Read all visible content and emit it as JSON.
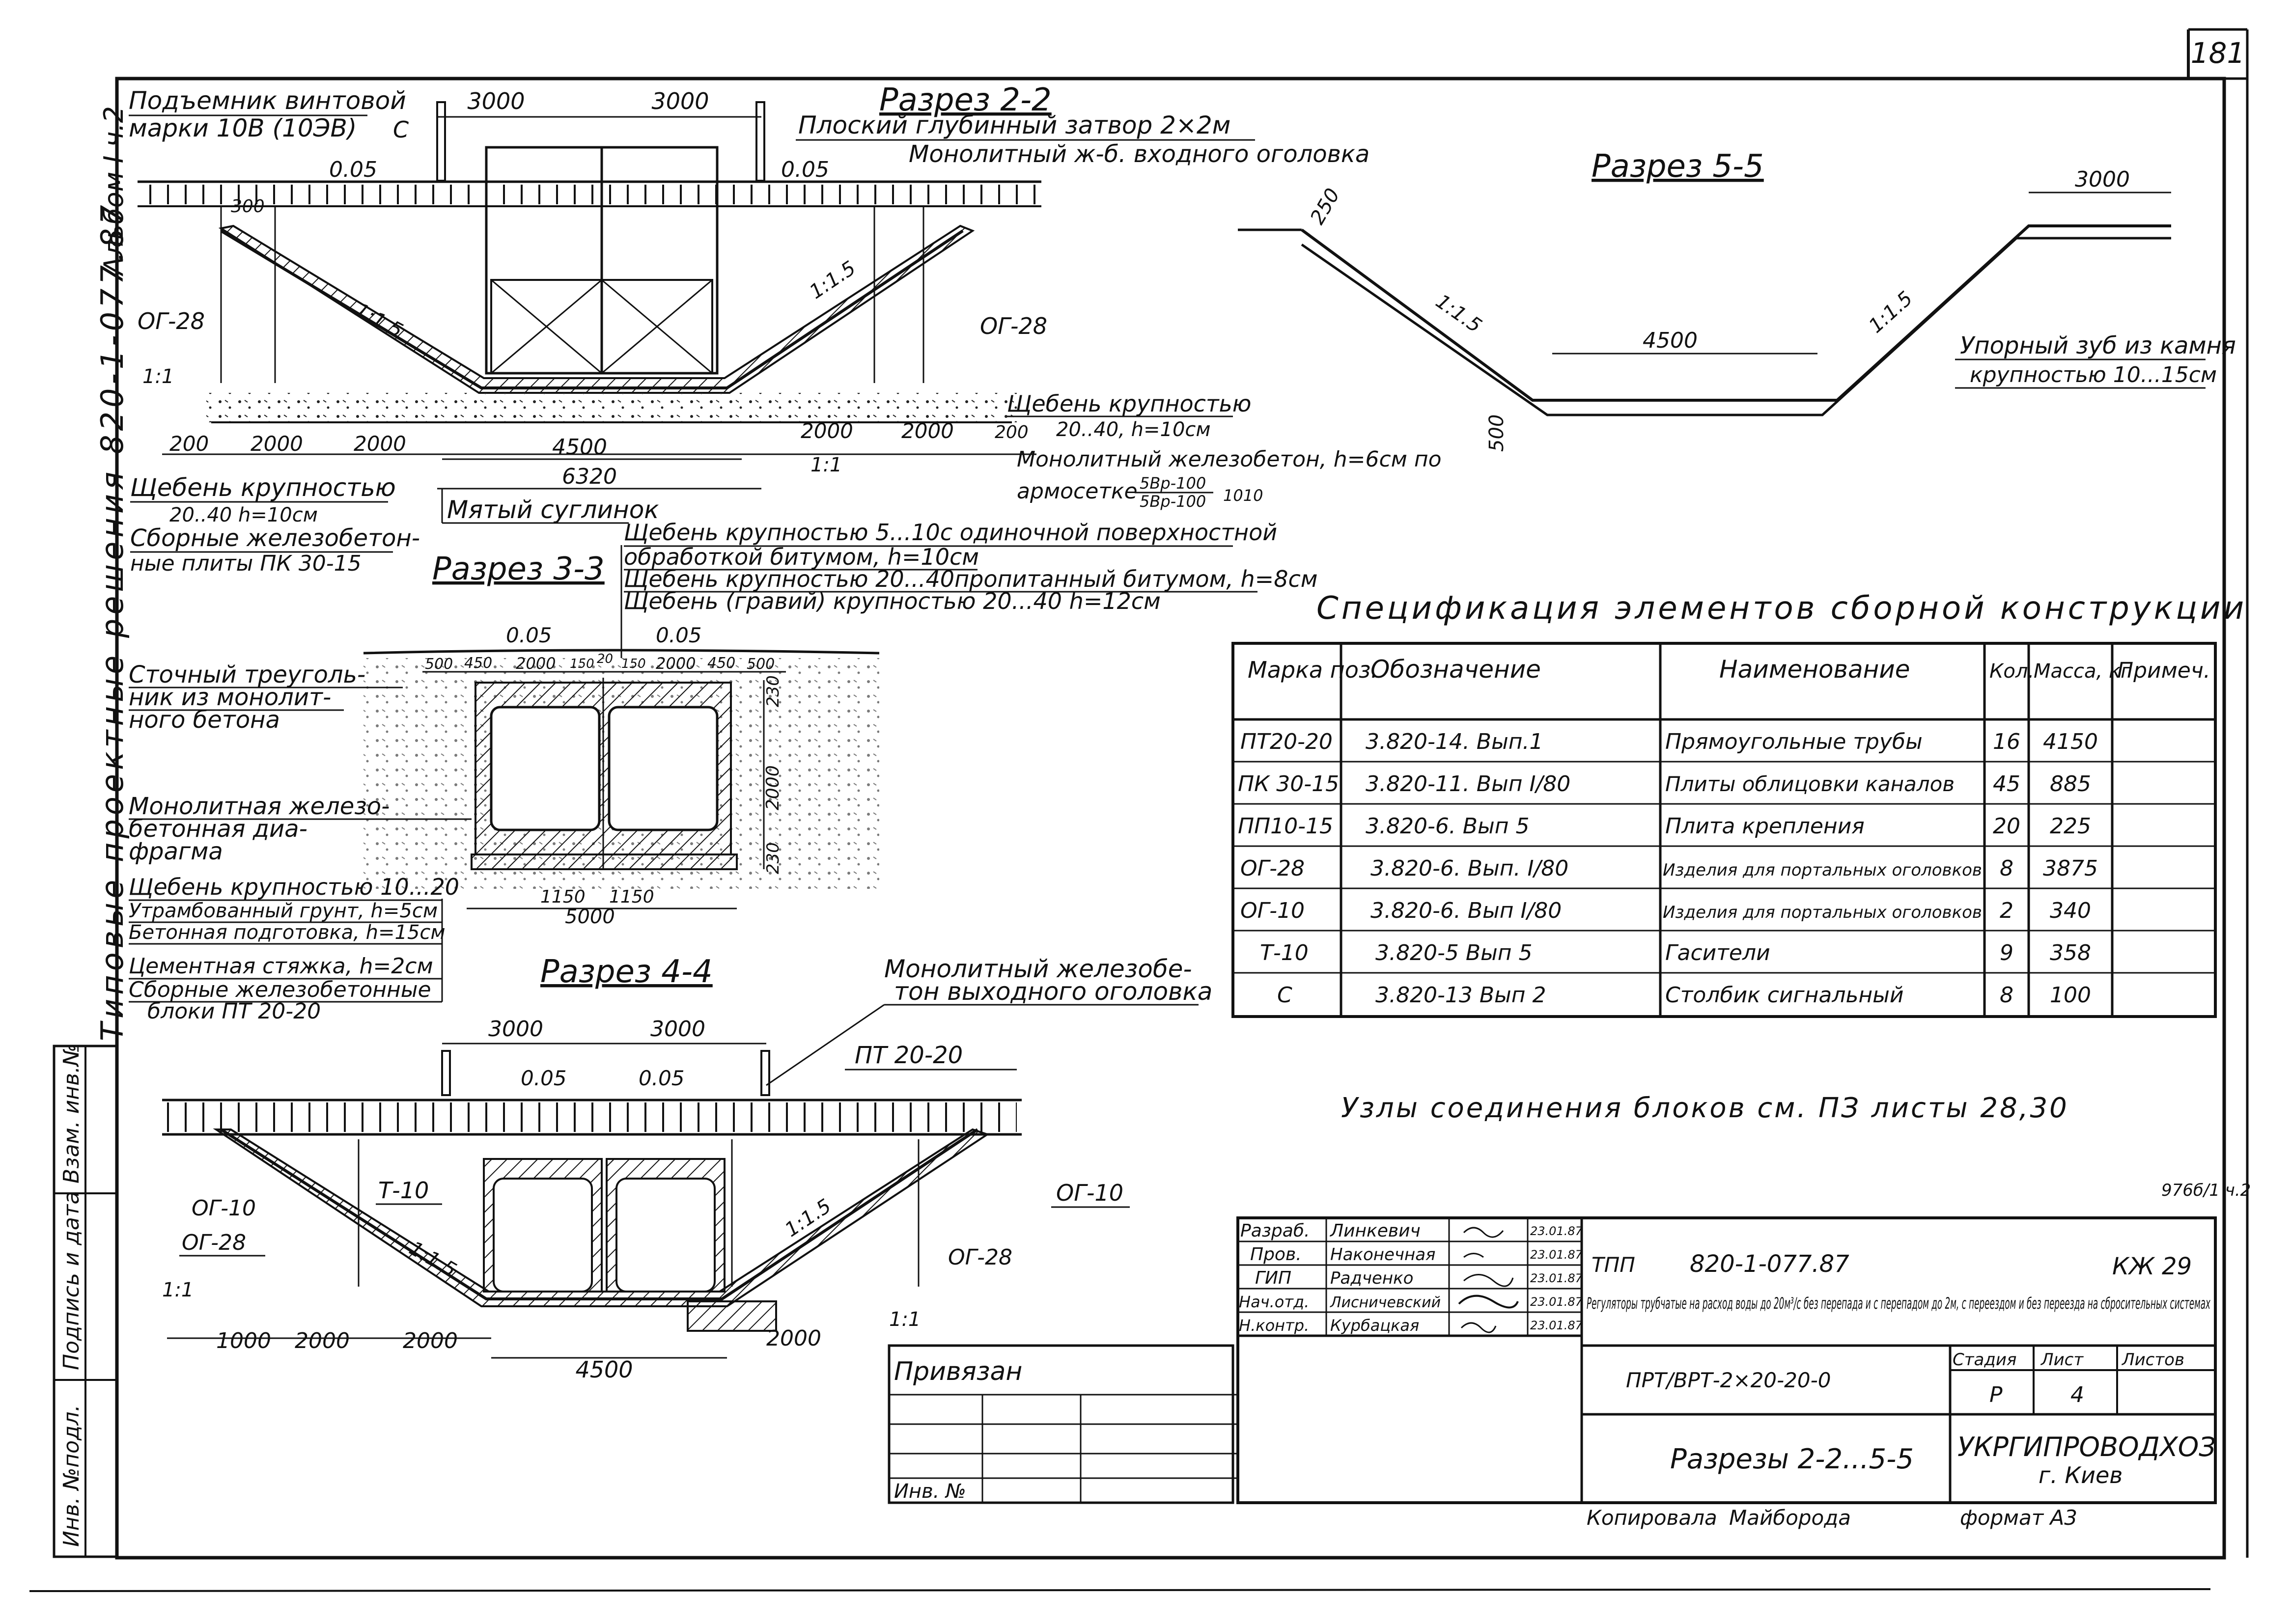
{
  "sheet": {
    "page_number": "181",
    "stamp_code": "976б/1 ч.2",
    "side_title": "Типовые проектные решения 820-1-077.87",
    "album": "Альбом I ч.2",
    "side_stamp": [
      "Инв. №подл.",
      "Подпись и дата",
      "Взам. инв.№"
    ]
  },
  "section_2_2": {
    "title": "Разрез 2-2",
    "dims_top": [
      "3000",
      "3000"
    ],
    "labels": [
      "Подъемник винтовой",
      "марки 10В (10ЭВ)",
      "Плоский глубинный затвор 2×2м",
      "Монолитный ж-б. входного оголовка",
      "Щебень крупностью",
      "20..40, h=10см",
      "Монолитный железобетон, h=6см по",
      "армосетке",
      "Щебень крупностью",
      "20..40 h=10см",
      "Сборные железобетон-",
      "ные плиты ПК 30-15",
      "Мятый суглинок"
    ],
    "slopes": [
      "1:1.5",
      "1:1.5",
      "1:1",
      "1:1"
    ],
    "grades": [
      "0.05",
      "0.05"
    ],
    "tags": [
      "ОГ-28",
      "ОГ-28",
      "С",
      "300"
    ],
    "dims_bottom": [
      "200",
      "2000",
      "2000",
      "4500",
      "6320",
      "2000",
      "2000",
      "200"
    ],
    "mesh_top": "5Вр-100",
    "mesh_bottom": "5Вр-100",
    "mesh_tail": "1010"
  },
  "section_3_3": {
    "title": "Разрез 3-3",
    "layers": [
      "Щебень крупностью 5...10с одиночной поверхностной",
      "обработкой битумом, h=10см",
      "Щебень крупностью 20...40пропитанный битумом, h=8см",
      "Щебень (гравий) крупностью 20...40 h=12см"
    ],
    "labels": [
      "Сточный треуголь-",
      "ник из монолит-",
      "ного бетона",
      "Монолитная железо-",
      "бетонная диа-",
      "фрагма",
      "Щебень крупностью 10...20",
      "Утрамбованный грунт, h=5см",
      "Бетонная подготовка, h=15см",
      "Цементная стяжка, h=2см",
      "Сборные железобетонные",
      "блоки ПТ 20-20"
    ],
    "grades": [
      "0.05",
      "0.05"
    ],
    "dims_top": [
      "500",
      "450",
      "2000",
      "150",
      "20",
      "150",
      "2000",
      "450",
      "500"
    ],
    "dims_right": [
      "230",
      "2000",
      "230"
    ],
    "dims_bottom": [
      "1150",
      "1150",
      "5000"
    ]
  },
  "section_4_4": {
    "title": "Разрез 4-4",
    "labels": [
      "Монолитный железобе-",
      "тон выходного оголовка",
      "ПТ 20-20"
    ],
    "dims_top": [
      "3000",
      "3000"
    ],
    "grades": [
      "0.05",
      "0.05"
    ],
    "tags": [
      "Т-10",
      "ОГ-10",
      "ОГ-28",
      "ОГ-28",
      "ОГ-10"
    ],
    "slopes": [
      "1:1.5",
      "1:1.5",
      "1:1",
      "1:1"
    ],
    "dims_bottom": [
      "1000",
      "2000",
      "2000",
      "4500",
      "2000"
    ]
  },
  "section_5_5": {
    "title": "Разрез 5-5",
    "dims": [
      "250",
      "4500",
      "3000",
      "500"
    ],
    "slopes": [
      "1:1.5",
      "1:1.5"
    ],
    "labels": [
      "Упорный зуб из камня",
      "крупностью 10...15см"
    ]
  },
  "spec": {
    "title": "Спецификация элементов сборной конструкции",
    "headers": [
      "Марка поз.",
      "Обозначение",
      "Наименование",
      "Кол.",
      "Масса, кг",
      "Примеч."
    ],
    "rows": [
      [
        "ПТ20-20",
        "3.820-14. Вып.1",
        "Прямоугольные трубы",
        "16",
        "4150",
        ""
      ],
      [
        "ПК 30-15",
        "3.820-11. Вып I/80",
        "Плиты облицовки каналов",
        "45",
        "885",
        ""
      ],
      [
        "ПП10-15",
        "3.820-6. Вып 5",
        "Плита крепления",
        "20",
        "225",
        ""
      ],
      [
        "ОГ-28",
        "3.820-6. Вып. I/80",
        "Изделия для портальных оголовков",
        "8",
        "3875",
        ""
      ],
      [
        "ОГ-10",
        "3.820-6. Вып I/80",
        "Изделия для портальных оголовков",
        "2",
        "340",
        ""
      ],
      [
        "Т-10",
        "3.820-5 Вып 5",
        "Гасители",
        "9",
        "358",
        ""
      ],
      [
        "С",
        "3.820-13 Вып 2",
        "Столбик сигнальный",
        "8",
        "100",
        ""
      ]
    ],
    "note": "Узлы соединения блоков см. ПЗ листы 28,30"
  },
  "title_block": {
    "roles": [
      "Разраб.",
      "Пров.",
      "ГИП",
      "Нач.отд.",
      "Н.контр."
    ],
    "names": [
      "Линкевич",
      "Наконечная",
      "Радченко",
      "Лисничевский",
      "Курбацкая"
    ],
    "dates": [
      "23.01.87",
      "23.01.87",
      "23.01.87",
      "23.01.87",
      "23.01.87"
    ],
    "tpp": "ТПП",
    "doc_code": "820-1-077.87",
    "sheet_code": "КЖ 29",
    "description": "Регуляторы трубчатые на расход воды до 20м³/с без перепада и с перепадом до 2м, с переездом и без переезда на сбросительных системах",
    "project_mark": "ПРТ/ВРТ-2×20-20-0",
    "stage_label": "Стадия",
    "sheet_label": "Лист",
    "sheets_label": "Листов",
    "stage": "Р",
    "sheet": "4",
    "drawing_name": "Разрезы 2-2...5-5",
    "org": "УКРГИПРОВОДХОЗ",
    "city": "г. Киев",
    "privyazan": "Привязан",
    "inv": "Инв. №",
    "copied": "Копировала",
    "copier": "Майборода",
    "format": "формат А3"
  }
}
